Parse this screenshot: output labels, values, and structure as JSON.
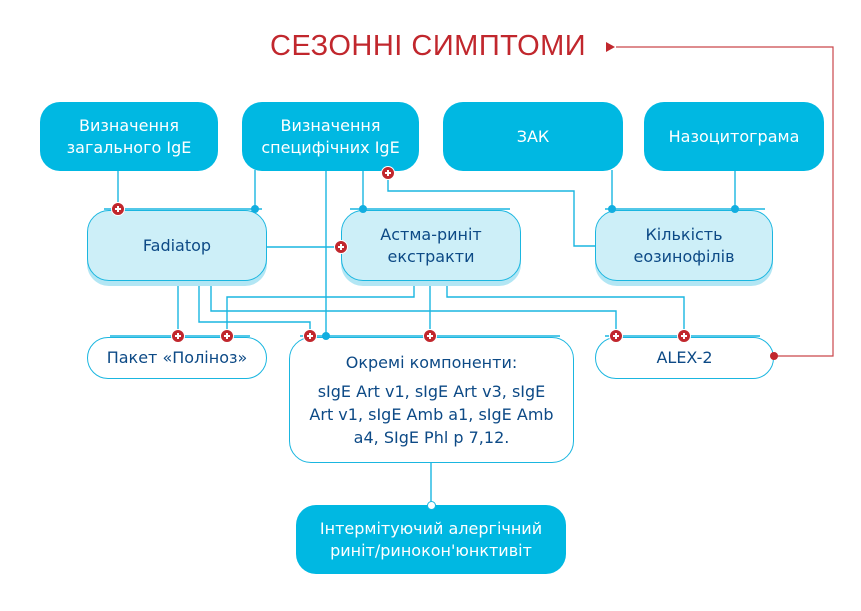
{
  "title": "СЕЗОННІ СИМПТОМИ",
  "nodes": {
    "total_ige": {
      "lines": [
        "Визначення",
        "загального IgE"
      ]
    },
    "specific_ige": {
      "lines": [
        "Визначення",
        "специфічних IgE"
      ]
    },
    "zak": {
      "label": "ЗАК"
    },
    "nasocytogram": {
      "label": "Назоцитограма"
    },
    "fadiatop": {
      "label": "Fadiatop"
    },
    "asthma_rhinitis": {
      "lines": [
        "Астма-риніт",
        "екстракти"
      ]
    },
    "eosinophils": {
      "lines": [
        "Кількість",
        "еозинофілів"
      ]
    },
    "pollinosis_panel": {
      "label": "Пакет «Поліноз»"
    },
    "components": {
      "heading": "Окремі компоненти:",
      "lines": [
        "sIgE Art v1, sIgE Art v3, sIgE",
        "Art v1, sIgE Amb a1, sIgE Amb",
        "a4, SIgE Phl p 7,12."
      ]
    },
    "alex2": {
      "label": "ALEX-2"
    },
    "diagnosis": {
      "lines": [
        "Інтермітуючий алергічний",
        "риніт/ринокон'юнктивіт"
      ]
    }
  },
  "colors": {
    "accent_red": "#c1272d",
    "dark_box": "#00b8e2",
    "light_box": "#cdeff8",
    "line": "#1ab6e0",
    "text_dark": "#0d4a86"
  }
}
